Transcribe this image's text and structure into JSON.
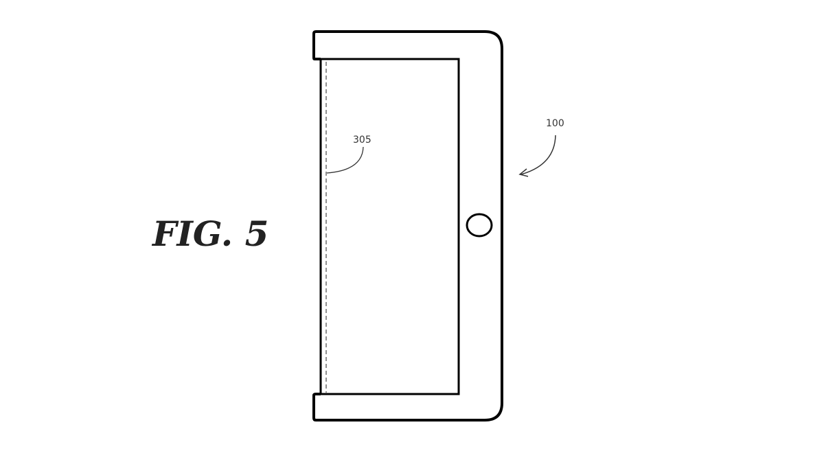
{
  "figure_label": "FIG. 5",
  "reference_numerals": {
    "device": "100",
    "edge_region": "305"
  }
}
